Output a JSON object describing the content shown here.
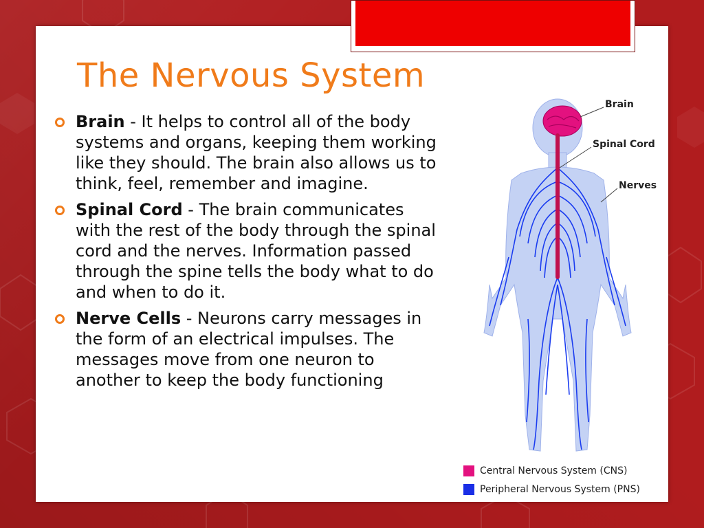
{
  "slide": {
    "title": "The Nervous System",
    "bullets": [
      {
        "term": "Brain",
        "text": " - It helps to control all of the body systems and organs, keeping them working like they should. The brain also allows us to think, feel, remember and imagine."
      },
      {
        "term": "Spinal Cord",
        "text": " - The brain communicates with the rest of the body through the spinal cord and the nerves. Information passed through the spine tells the body what to do and when to do it."
      },
      {
        "term": "Nerve Cells",
        "text": " - Neurons carry messages in the form of an electrical impulses. The messages move from one neuron to another to keep the body functioning"
      }
    ]
  },
  "figure": {
    "labels": {
      "brain": "Brain",
      "spinal_cord": "Spinal Cord",
      "nerves": "Nerves"
    },
    "legend": [
      {
        "label": "Central Nervous System (CNS)",
        "color": "#e3117f"
      },
      {
        "label": "Peripheral Nervous System (PNS)",
        "color": "#1a2ee6"
      }
    ]
  },
  "theme": {
    "title_color": "#f07b1a",
    "background_color": "#b01c1e",
    "accent_color": "#ee0000"
  }
}
